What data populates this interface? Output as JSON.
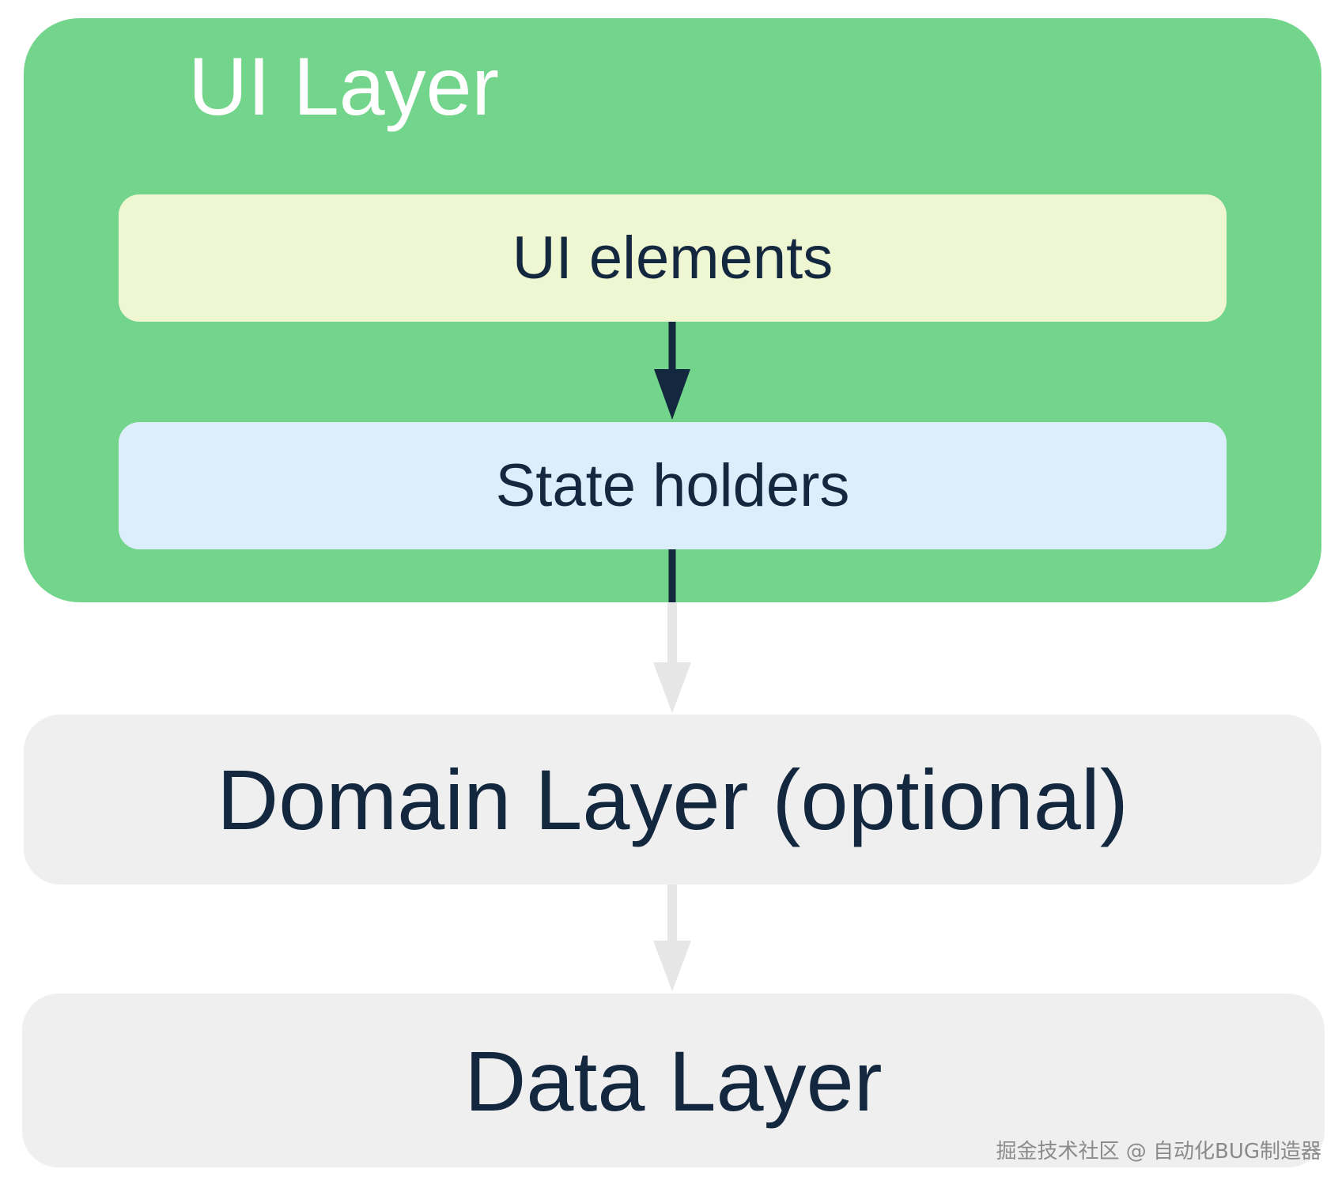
{
  "diagram": {
    "ui_layer": {
      "title": "UI Layer",
      "ui_elements_label": "UI elements",
      "state_holders_label": "State holders"
    },
    "domain_layer_label": "Domain Layer (optional)",
    "data_layer_label": "Data Layer",
    "watermark": "掘金技术社区 @ 自动化BUG制造器"
  },
  "colors": {
    "ui_layer_fill": "#73d58b",
    "ui_elements_fill": "#eff6d2",
    "state_holders_fill": "#dcedfb",
    "lower_layers_fill": "#efefef",
    "text_dark": "#13283f",
    "arrow_dark": "#13283f",
    "arrow_light": "#e6e6e6"
  }
}
